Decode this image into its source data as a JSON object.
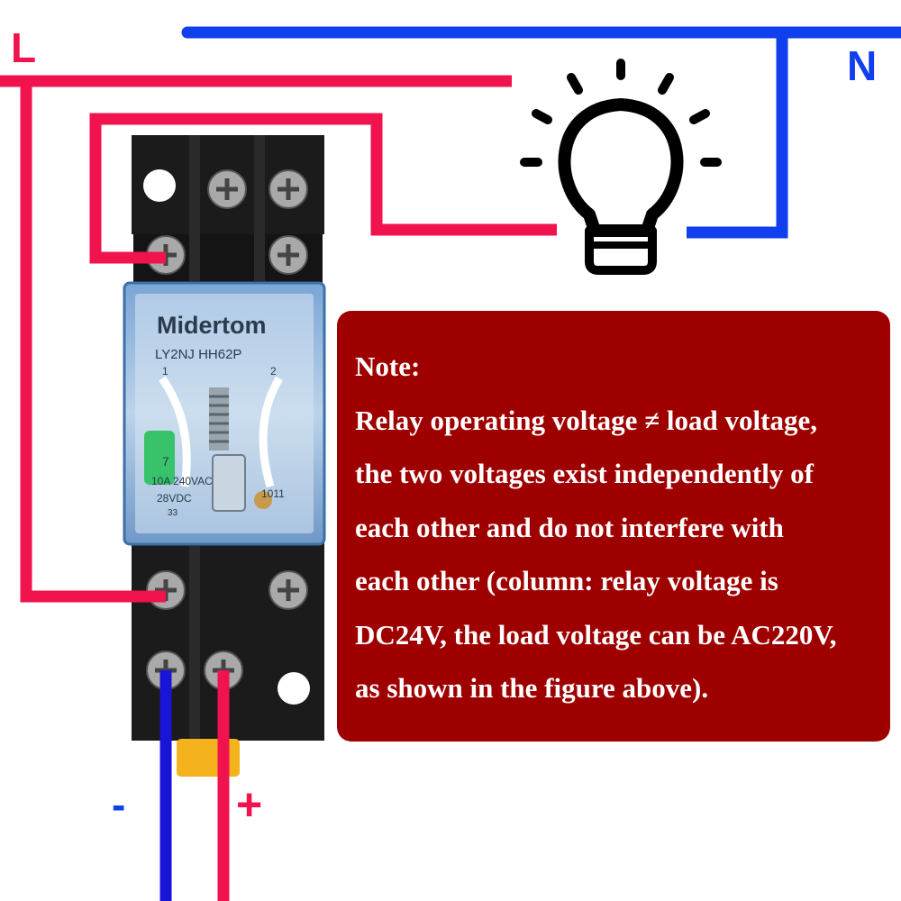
{
  "colors": {
    "live_wire": "#f0134d",
    "neutral_wire": "#1040ee",
    "negative_wire": "#1a14d8",
    "note_background": "#9e0000",
    "note_text": "#ffffff",
    "relay_cover": "#5d8fc4",
    "socket_body": "#141414",
    "bulb_outline": "#000000"
  },
  "labels": {
    "live": "L",
    "neutral": "N",
    "negative": "-",
    "positive": "+"
  },
  "relay": {
    "brand": "Midertom",
    "model": "LY2NJ  HH62P",
    "pin_top_left": "1",
    "pin_top_right": "2",
    "contact_pin": "7",
    "rating": "10A 240VAC",
    "coil_voltage": "28VDC",
    "pin_side": "33",
    "contact_mark": "1011"
  },
  "icons": [
    "light-bulb-icon",
    "screw-terminal-icon"
  ],
  "note": {
    "heading": "Note:",
    "lines": [
      "Relay operating voltage ≠ load voltage,",
      "the two voltages exist independently of",
      "each other and do not interfere with",
      "each other (column: relay voltage is",
      "DC24V, the load voltage can be AC220V,",
      "as shown in the figure above)."
    ]
  }
}
